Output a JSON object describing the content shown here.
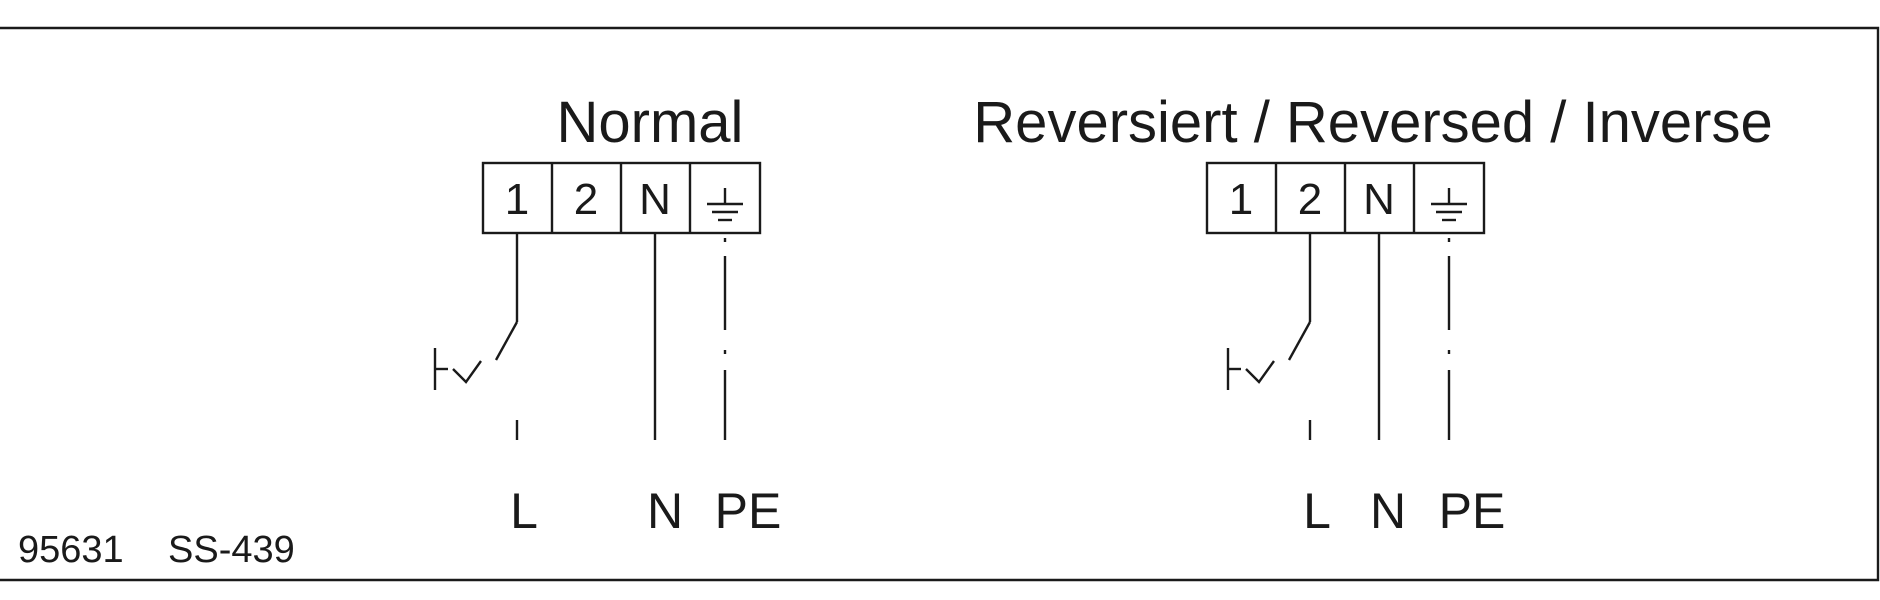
{
  "diagrams": [
    {
      "title": "Normal",
      "terminals": [
        "1",
        "2",
        "N",
        "earth-ground-icon"
      ],
      "conductors": [
        "L",
        "N",
        "PE"
      ]
    },
    {
      "title": "Reversiert / Reversed / Inverse",
      "terminals": [
        "1",
        "2",
        "N",
        "earth-ground-icon"
      ],
      "conductors": [
        "L",
        "N",
        "PE"
      ]
    }
  ],
  "footer": {
    "number": "95631",
    "code": "SS-439"
  },
  "colors": {
    "ink": "#1a1a1a",
    "background": "#ffffff"
  }
}
